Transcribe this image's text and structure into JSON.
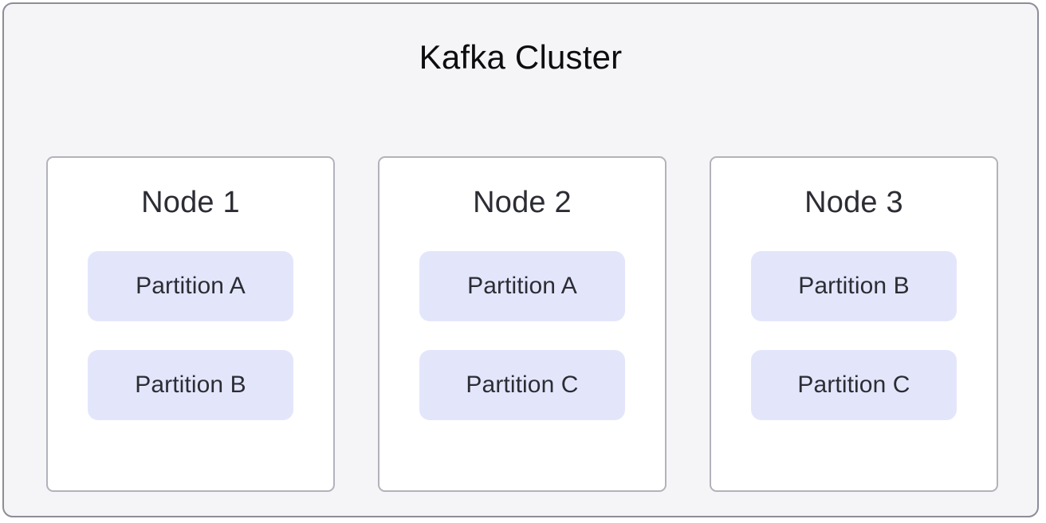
{
  "diagram": {
    "title": "Kafka Cluster",
    "type": "kafka-cluster-partition-layout",
    "colors": {
      "cluster_background": "#f5f5f7",
      "cluster_border": "#8d8d99",
      "node_background": "#ffffff",
      "node_border": "#b2b2bb",
      "partition_background": "#e3e6fb",
      "title_text": "#0d0d10",
      "body_text": "#2c2d34",
      "page_background": "#ffffff"
    },
    "nodes": [
      {
        "label": "Node 1",
        "partitions": [
          {
            "label": "Partition A"
          },
          {
            "label": "Partition B"
          }
        ]
      },
      {
        "label": "Node 2",
        "partitions": [
          {
            "label": "Partition A"
          },
          {
            "label": "Partition C"
          }
        ]
      },
      {
        "label": "Node 3",
        "partitions": [
          {
            "label": "Partition B"
          },
          {
            "label": "Partition C"
          }
        ]
      }
    ]
  }
}
